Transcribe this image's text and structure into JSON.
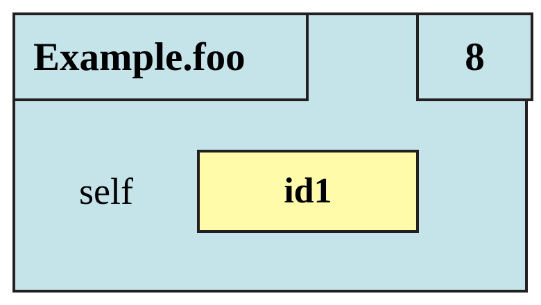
{
  "diagram": {
    "type": "object-frame-box",
    "colors": {
      "frame_fill": "#c5e4e9",
      "value_fill": "#fffba8",
      "border": "#231f20",
      "text": "#000000",
      "page_background": "#ffffff"
    },
    "frame": {
      "title": "Example.foo",
      "badge": "8",
      "fields": [
        {
          "name": "self",
          "value": "id1"
        }
      ]
    }
  }
}
